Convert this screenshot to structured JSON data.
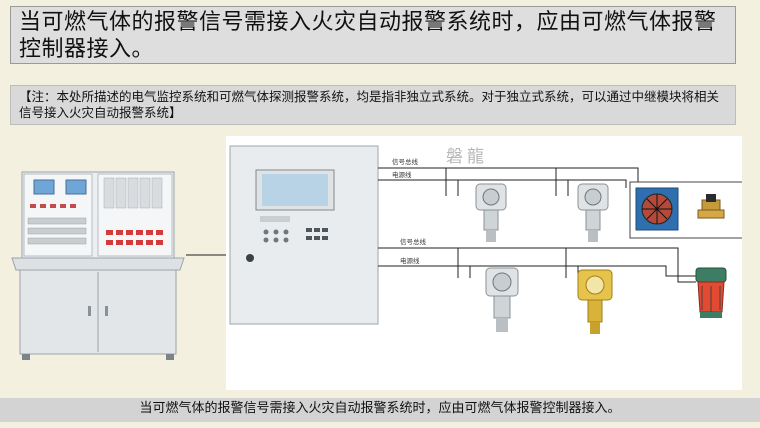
{
  "title": "当可燃气体的报警信号需接入火灾自动报警系统时，应由可燃气体报警控制器接入。",
  "note": "【注：本处所描述的电气监控系统和可燃气体探测报警系统，均是指非独立式系统。对于独立式系统，可以通过中继模块将相关信号接入火灾自动报警系统】",
  "diagram": {
    "wire_labels": {
      "signal_bus_top": "信号总线",
      "power_line_top": "电源线",
      "signal_bus_bottom": "信号总线",
      "power_line_bottom": "电源线"
    },
    "watermark": "磐龍"
  },
  "footer": "当可燃气体的报警信号需接入火灾自动报警系统时，应由可燃气体报警控制器接入。",
  "colors": {
    "background": "#f3f0df",
    "title_box": "#dedede",
    "note_box": "#d9d9d9",
    "footer_bar": "#d3d3d3"
  }
}
